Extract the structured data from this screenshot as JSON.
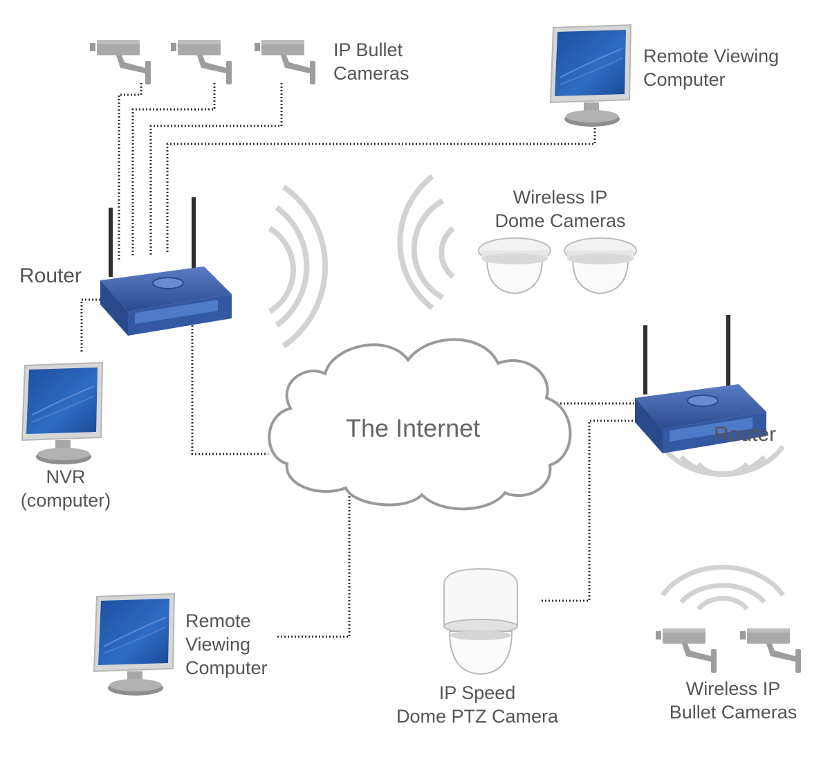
{
  "labels": {
    "ip_bullet_cameras": "IP Bullet\nCameras",
    "remote_viewing_top": "Remote Viewing\nComputer",
    "wireless_dome_cameras": "Wireless IP\nDome Cameras",
    "router_left": "Router",
    "router_right": "Router",
    "nvr": "NVR\n(computer)",
    "internet": "The Internet",
    "remote_viewing_bottom": "Remote\nViewing\nComputer",
    "ptz_camera": "IP Speed\nDome PTZ Camera",
    "wireless_bullet_cameras": "Wireless IP\nBullet Cameras"
  },
  "colors": {
    "line": "#333333",
    "camera_gray": "#a8a8a8",
    "wave_gray": "#d2d2d2",
    "router_blue": "#3d5fa8",
    "screen_blue": "#2a62b8",
    "cloud_stroke": "#9a9a9a"
  },
  "icons": [
    "bullet-camera-icon",
    "monitor-icon",
    "router-icon",
    "dome-camera-icon",
    "ptz-camera-icon",
    "cloud-icon",
    "wireless-wave-icon"
  ]
}
